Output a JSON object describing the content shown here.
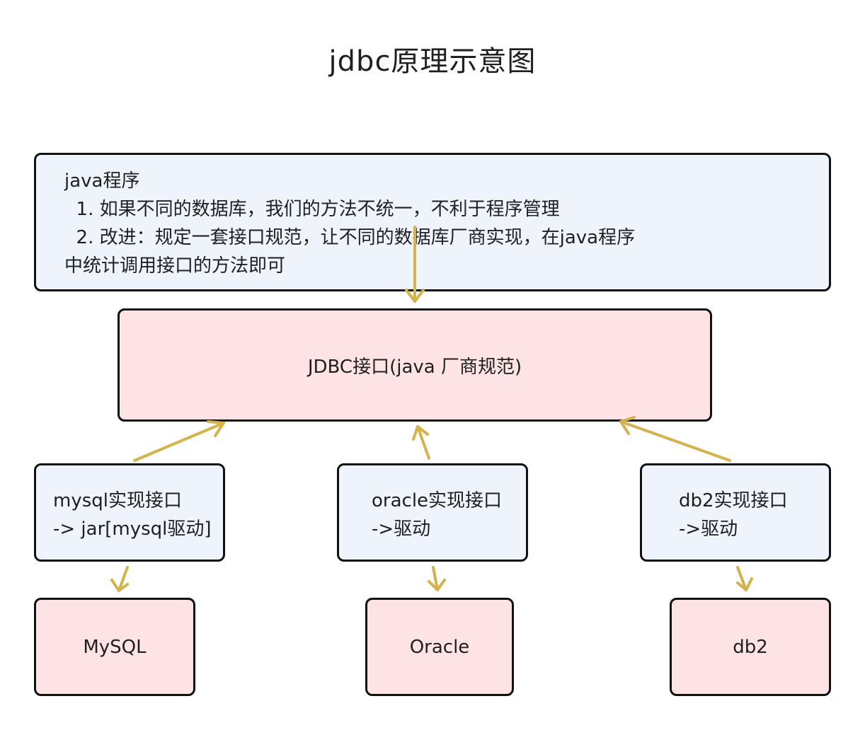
{
  "title": "jdbc原理示意图",
  "note": {
    "lines": [
      "java程序",
      "  1. 如果不同的数据库，我们的方法不统一，不利于程序管理",
      "  2. 改进：规定一套接口规范，让不同的数据库厂商实现，在java程序",
      "中统计调用接口的方法即可"
    ]
  },
  "jdbc": {
    "label": "JDBC接口(java 厂商规范)"
  },
  "impls": [
    {
      "line1": "mysql实现接口",
      "line2": "-> jar[mysql驱动]"
    },
    {
      "line1": "oracle实现接口",
      "line2": "->驱动"
    },
    {
      "line1": "db2实现接口",
      "line2": "->驱动"
    }
  ],
  "databases": [
    "MySQL",
    "Oracle",
    "db2"
  ],
  "colors": {
    "arrow": "#d4b24c",
    "blue_fill": "#eef3fc",
    "pink_fill": "#fde3e3",
    "border": "#111111"
  }
}
